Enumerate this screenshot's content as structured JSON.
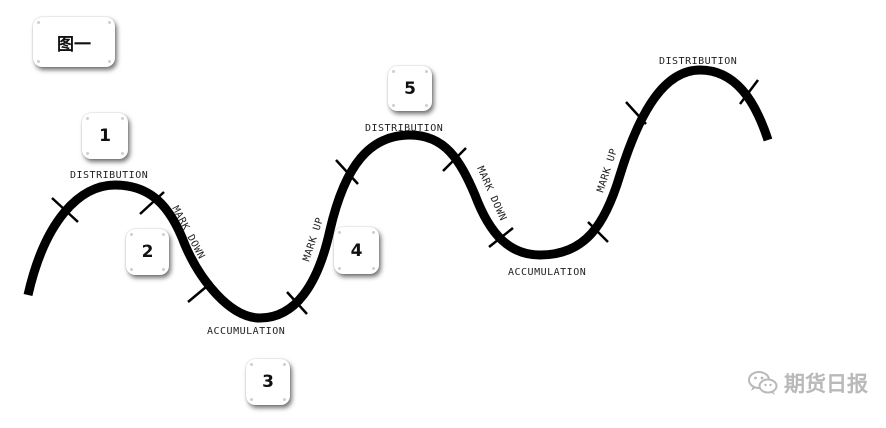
{
  "figure_label": "图一",
  "badges": [
    "1",
    "2",
    "3",
    "4",
    "5"
  ],
  "phases": {
    "distribution_1": "DISTRIBUTION",
    "markdown_1": "MARK DOWN",
    "accumulation_1": "ACCUMULATION",
    "markup_1": "MARK UP",
    "distribution_2": "DISTRIBUTION",
    "markdown_2": "MARK DOWN",
    "accumulation_2": "ACCUMULATION",
    "markup_2": "MARK UP",
    "distribution_3": "DISTRIBUTION"
  },
  "watermark": {
    "icon": "wechat-icon",
    "text": "期货日报"
  },
  "colors": {
    "curve": "#000000",
    "background": "#ffffff",
    "watermark": "#b9b9b9"
  }
}
